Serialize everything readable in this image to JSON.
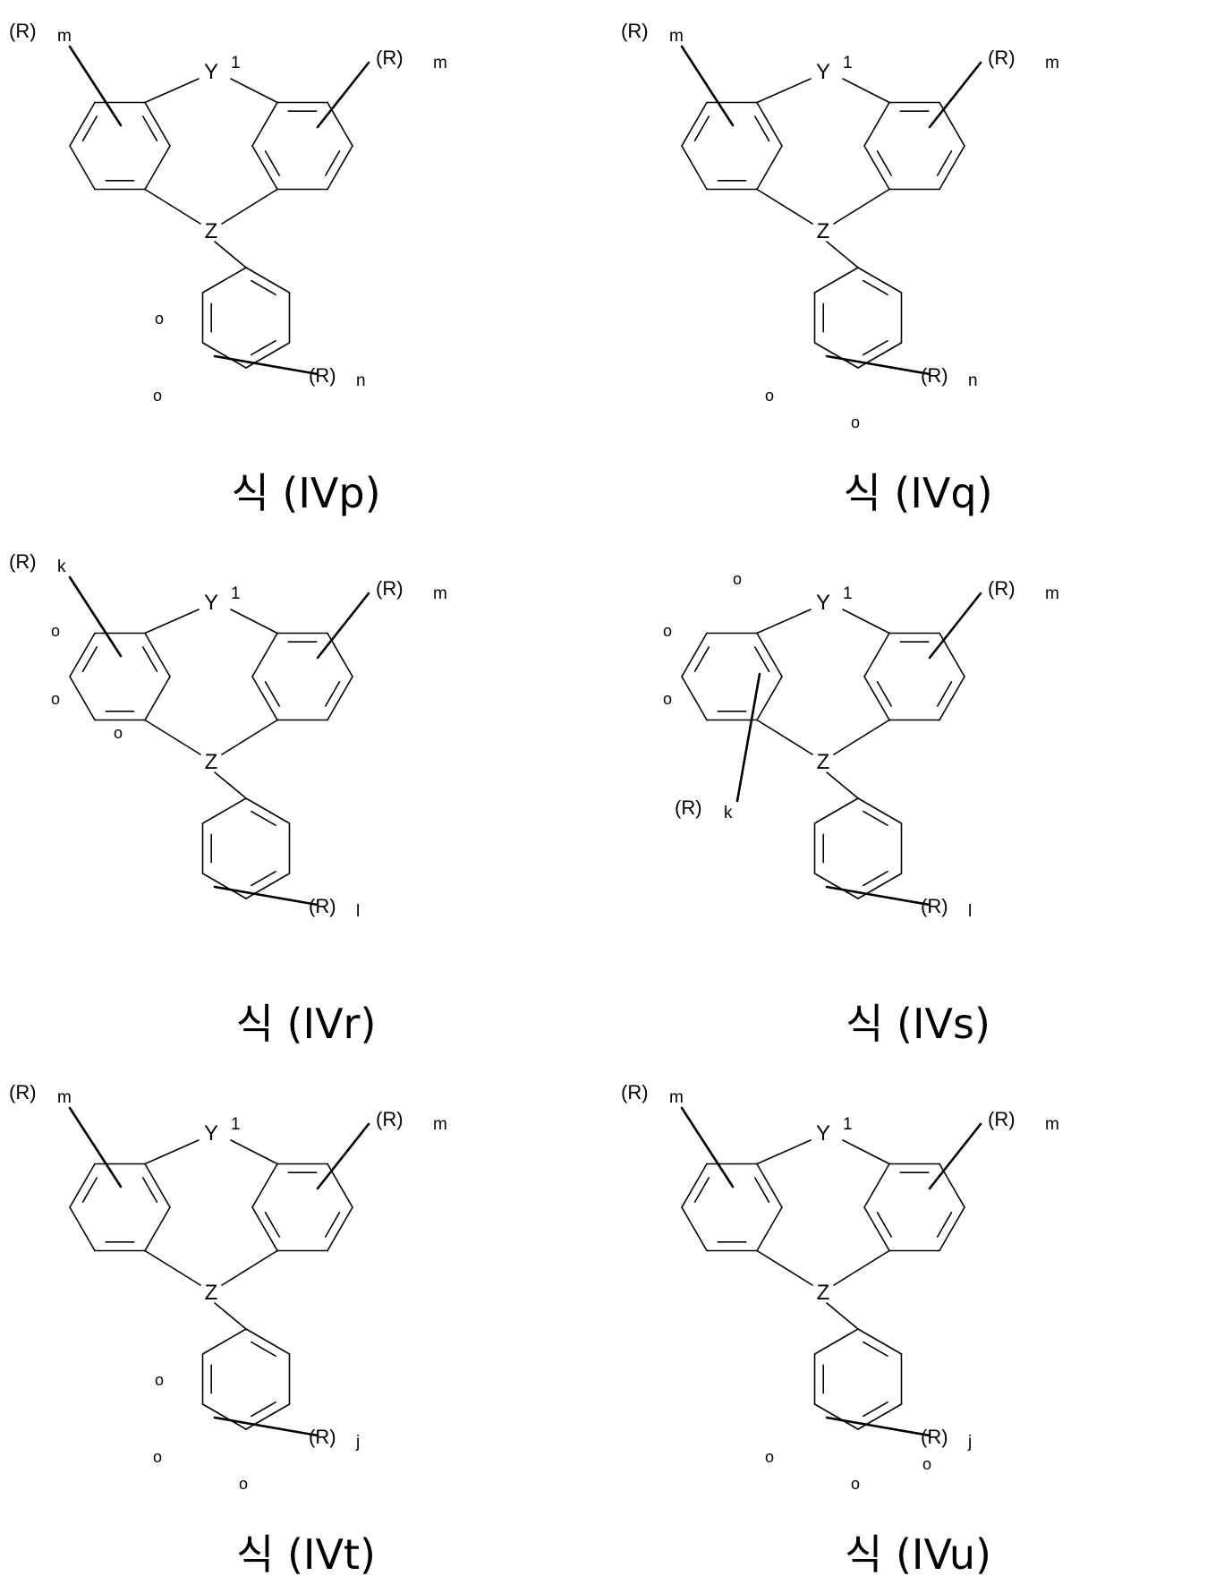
{
  "formulas": [
    {
      "id": "IVp",
      "caption": "식 (IVp)",
      "atom_y": "Y",
      "atom_y_superscript": "1",
      "atom_z": "Z",
      "substituents": [
        {
          "label": "(R)",
          "index": "m",
          "pos": "left"
        },
        {
          "label": "(R)",
          "index": "m",
          "pos": "right"
        },
        {
          "label": "(R)",
          "index": "n",
          "pos": "phenyl"
        }
      ],
      "o_markers": [
        {
          "text": "o",
          "at": "phenyl-upper-left"
        },
        {
          "text": "o",
          "at": "phenyl-lower-left"
        }
      ]
    },
    {
      "id": "IVq",
      "caption": "식 (IVq)",
      "atom_y": "Y",
      "atom_y_superscript": "1",
      "atom_z": "Z",
      "substituents": [
        {
          "label": "(R)",
          "index": "m",
          "pos": "left"
        },
        {
          "label": "(R)",
          "index": "m",
          "pos": "right"
        },
        {
          "label": "(R)",
          "index": "n",
          "pos": "phenyl"
        }
      ],
      "o_markers": [
        {
          "text": "o",
          "at": "phenyl-lower-left"
        },
        {
          "text": "o",
          "at": "phenyl-bottom"
        }
      ]
    },
    {
      "id": "IVr",
      "caption": "식 (IVr)",
      "atom_y": "Y",
      "atom_y_superscript": "1",
      "atom_z": "Z",
      "substituents": [
        {
          "label": "(R)",
          "index": "k",
          "pos": "left"
        },
        {
          "label": "(R)",
          "index": "m",
          "pos": "right"
        },
        {
          "label": "(R)",
          "index": "l",
          "pos": "phenyl"
        }
      ],
      "o_markers": [
        {
          "text": "o",
          "at": "left-upper-left"
        },
        {
          "text": "o",
          "at": "left-lower-left"
        },
        {
          "text": "o",
          "at": "left-bottom"
        }
      ]
    },
    {
      "id": "IVs",
      "caption": "식 (IVs)",
      "atom_y": "Y",
      "atom_y_superscript": "1",
      "atom_z": "Z",
      "substituents": [
        {
          "label": "(R)",
          "index": "k",
          "pos": "left-low"
        },
        {
          "label": "(R)",
          "index": "m",
          "pos": "right"
        },
        {
          "label": "(R)",
          "index": "l",
          "pos": "phenyl"
        }
      ],
      "o_markers": [
        {
          "text": "o",
          "at": "left-top"
        },
        {
          "text": "o",
          "at": "left-upper-left"
        },
        {
          "text": "o",
          "at": "left-lower-left"
        }
      ]
    },
    {
      "id": "IVt",
      "caption": "식 (IVt)",
      "atom_y": "Y",
      "atom_y_superscript": "1",
      "atom_z": "Z",
      "substituents": [
        {
          "label": "(R)",
          "index": "m",
          "pos": "left"
        },
        {
          "label": "(R)",
          "index": "m",
          "pos": "right"
        },
        {
          "label": "(R)",
          "index": "j",
          "pos": "phenyl"
        }
      ],
      "o_markers": [
        {
          "text": "o",
          "at": "phenyl-upper-left"
        },
        {
          "text": "o",
          "at": "phenyl-lower-left"
        },
        {
          "text": "o",
          "at": "phenyl-bottom"
        }
      ]
    },
    {
      "id": "IVu",
      "caption": "식 (IVu)",
      "atom_y": "Y",
      "atom_y_superscript": "1",
      "atom_z": "Z",
      "substituents": [
        {
          "label": "(R)",
          "index": "m",
          "pos": "left"
        },
        {
          "label": "(R)",
          "index": "m",
          "pos": "right"
        },
        {
          "label": "(R)",
          "index": "j",
          "pos": "phenyl"
        }
      ],
      "o_markers": [
        {
          "text": "o",
          "at": "phenyl-lower-left"
        },
        {
          "text": "o",
          "at": "phenyl-bottom"
        },
        {
          "text": "o",
          "at": "phenyl-lower-right"
        }
      ]
    }
  ]
}
